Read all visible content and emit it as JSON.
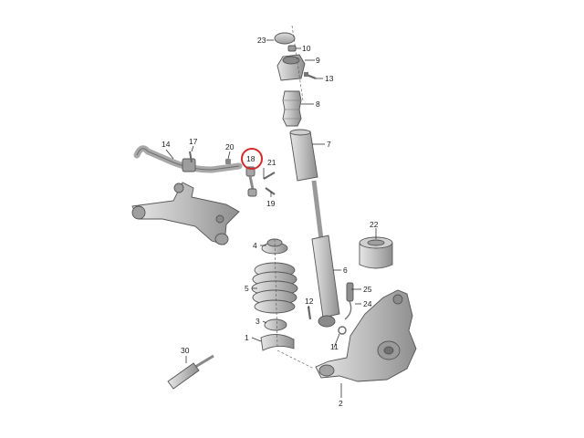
{
  "diagram": {
    "highlight_color": "#d42a2a",
    "part_color": "#c9c9c9",
    "highlighted_part": "18",
    "callouts": {
      "c1": "1",
      "c2": "2",
      "c3": "3",
      "c4": "4",
      "c5": "5",
      "c6": "6",
      "c7": "7",
      "c8": "8",
      "c9": "9",
      "c10": "10",
      "c11": "11",
      "c12": "12",
      "c13": "13",
      "c14": "14",
      "c17": "17",
      "c18": "18",
      "c19": "19",
      "c20": "20",
      "c21": "21",
      "c22": "22",
      "c23": "23",
      "c24": "24",
      "c25": "25",
      "c30": "30"
    }
  }
}
